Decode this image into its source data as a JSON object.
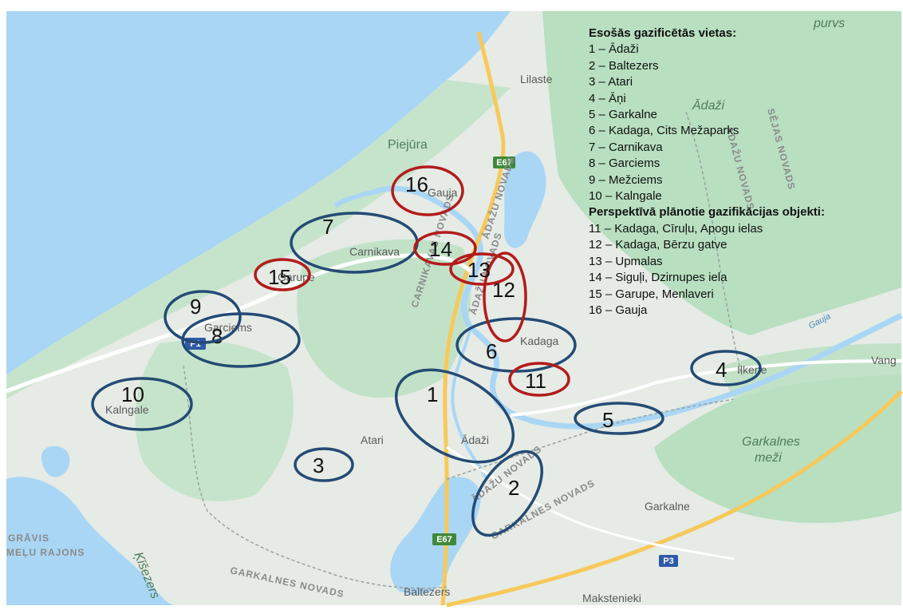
{
  "map": {
    "places": {
      "lilaste": "Lilaste",
      "piejura": "Piejūra",
      "gauja": "Gauja",
      "carnikava": "Carnikava",
      "garupe": "Garupe",
      "garciems": "Garciems",
      "kalngale": "Kalngale",
      "atari": "Atari",
      "kadaga": "Kadaga",
      "adazi_town": "Ādaži",
      "ilkene": "Ilkene",
      "vang": "Vang",
      "garkalne": "Garkalne",
      "baltezers": "Baltezers",
      "makstenieki": "Makstenieki",
      "gravis": "GRĀVIS",
      "melu_rajons": "MEĻU RAJONS",
      "kisezers": "Ķīšezers",
      "purvs": "purvs",
      "adazi_region": "Ādaži",
      "garkalnes_mezi_1": "Garkalnes",
      "garkalnes_mezi_2": "meži",
      "river_gauja": "Gauja"
    },
    "districts": {
      "carnikavas": "CARNIKAVAS NOVADS",
      "adazu_v": "ĀDAŽU NOVADS",
      "adazu_south": "ĀDAŽU NOVADS",
      "sejas": "SĒJAS NOVADS",
      "adazu_east": "ĀDAŽU NOVADS",
      "garkalnes_east": "GARKALNES NOVADS",
      "garkalnes_sw": "GARKALNES NOVADS",
      "adazu_mid": "ĀDAŽU NOVADS"
    },
    "roads": {
      "e67_north": "E67",
      "e67_south": "E67",
      "p1": "P1",
      "p3": "P3"
    },
    "colors": {
      "existing": "#244b74",
      "planned": "#b31b1b",
      "land": "#e6ebe6",
      "green": "#b8dfc0",
      "sea": "#a9d6f5",
      "road": "#f7c95a"
    },
    "markers": [
      {
        "id": 1,
        "label": "1",
        "type": "existing"
      },
      {
        "id": 2,
        "label": "2",
        "type": "existing"
      },
      {
        "id": 3,
        "label": "3",
        "type": "existing"
      },
      {
        "id": 4,
        "label": "4",
        "type": "existing"
      },
      {
        "id": 5,
        "label": "5",
        "type": "existing"
      },
      {
        "id": 6,
        "label": "6",
        "type": "existing"
      },
      {
        "id": 7,
        "label": "7",
        "type": "existing"
      },
      {
        "id": 8,
        "label": "8",
        "type": "existing"
      },
      {
        "id": 9,
        "label": "9",
        "type": "existing"
      },
      {
        "id": 10,
        "label": "10",
        "type": "existing"
      },
      {
        "id": 11,
        "label": "11",
        "type": "planned"
      },
      {
        "id": 12,
        "label": "12",
        "type": "planned"
      },
      {
        "id": 13,
        "label": "13",
        "type": "planned"
      },
      {
        "id": 14,
        "label": "14",
        "type": "planned"
      },
      {
        "id": 15,
        "label": "15",
        "type": "planned"
      },
      {
        "id": 16,
        "label": "16",
        "type": "planned"
      }
    ]
  },
  "legend": {
    "existing_title": "Esošās gazificētās vietas:",
    "existing_items": [
      "1 – Ādaži",
      "2 – Baltezers",
      "3 – Atari",
      "4 – Āņi",
      "5 – Garkalne",
      "6 – Kadaga, Cits Mežaparks",
      "7 – Carnikava",
      "8 – Garciems",
      "9 – Mežciems",
      "10 – Kalngale"
    ],
    "planned_title": "Perspektīvā plānotie gazifikācijas objekti:",
    "planned_items": [
      "11 – Kadaga, Cīruļu, Apogu ielas",
      "12 – Kadaga, Bērzu gatve",
      "13 – Upmalas",
      "14 – Siguļi, Dzirnupes iela",
      "15 – Garupe, Menlaveri",
      "16 – Gauja"
    ]
  }
}
